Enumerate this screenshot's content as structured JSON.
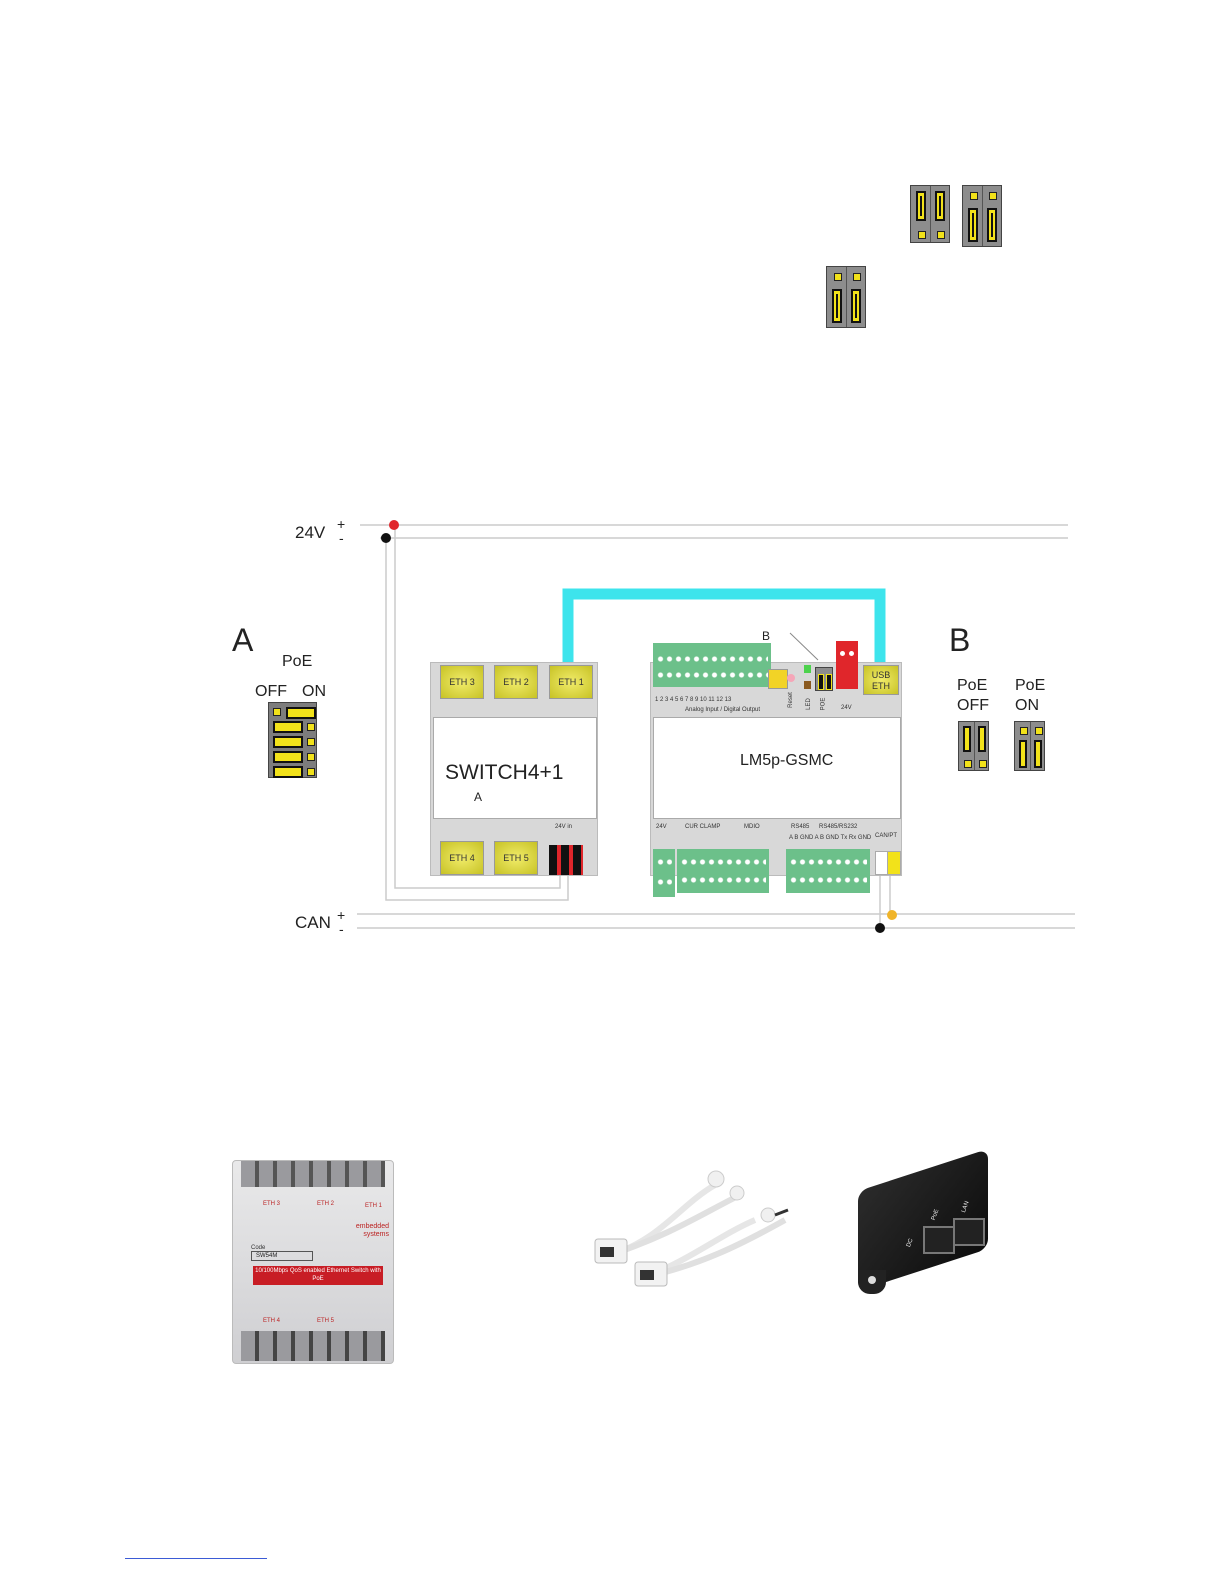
{
  "diagram": {
    "power_label": "24V",
    "can_label": "CAN",
    "plus": "+",
    "minus": "-",
    "section_a": "A",
    "section_b": "B",
    "poe_label": "PoE",
    "off_label": "OFF",
    "on_label": "ON",
    "poe_off_label": "PoE\nOFF",
    "poe_on_label": "PoE\nON",
    "switch": {
      "name": "SWITCH4+1",
      "ports_top": [
        "ETH 3",
        "ETH 2",
        "ETH 1"
      ],
      "ports_bottom": [
        "ETH 4",
        "ETH 5"
      ],
      "callout": "A",
      "power_in": "24V in"
    },
    "lm5p": {
      "name": "LM5p-GSMC",
      "callout": "B",
      "usb": "USB",
      "eth": "ETH",
      "io_numbers": "1 2 3 4 5 6 7 8 9 10 11 12 13",
      "io_caption": "Analog Input / Digital Output",
      "reset": "Reset",
      "led": "LED",
      "poe": "POE",
      "v24": "24V",
      "bottom_24v": "24V",
      "cur_clamp": "CUR CLAMP",
      "mdio": "MDIO",
      "rs485": "RS485",
      "rs485_232": "RS485/RS232",
      "can_pt": "CAN/PT",
      "bottom_pins": "A B GND A B GND Tx Rx GND"
    }
  },
  "products": {
    "switch_brand": "embedded systems",
    "switch_code_label": "Code",
    "switch_code": "SW54M",
    "switch_banner": "10/100Mbps QoS enabled Ethernet Switch with PoE",
    "switch_ports_top": [
      "ETH 3",
      "ETH 2",
      "ETH 1"
    ],
    "switch_ports_bottom": [
      "ETH 4",
      "ETH 5"
    ],
    "injector_labels": [
      "DC",
      "PoE",
      "LAN"
    ]
  }
}
